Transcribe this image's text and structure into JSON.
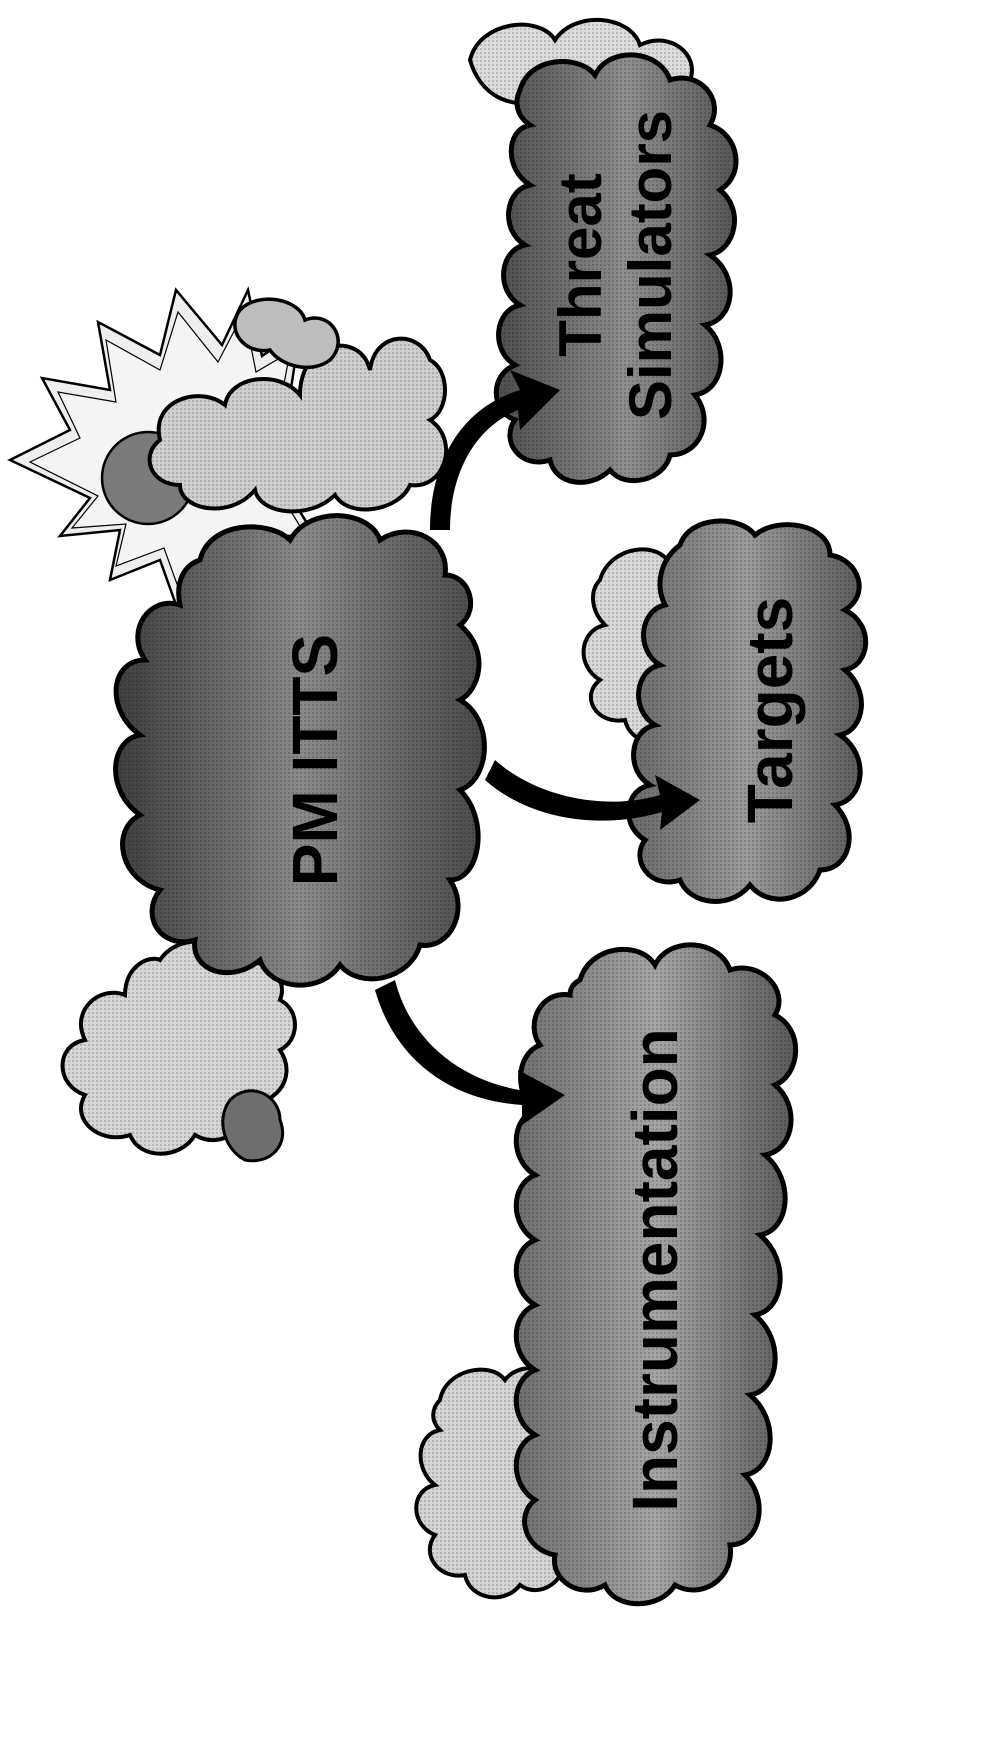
{
  "nodes": {
    "center": {
      "label": "PM ITTS"
    },
    "threat": {
      "line1": "Threat",
      "line2": "Simulators"
    },
    "targets": {
      "label": "Targets"
    },
    "instrumentation": {
      "label": "Instrumentation"
    }
  },
  "colors": {
    "background": "#ffffff",
    "cloud_dark": "#5e5e5e",
    "cloud_mid": "#8c8c8c",
    "cloud_light": "#c8c8c8",
    "cloud_highlight": "#a9a9a9",
    "outline": "#000000",
    "arrow": "#000000",
    "sun_fill": "#e6e6e6",
    "sun_core": "#7a7a7a"
  }
}
